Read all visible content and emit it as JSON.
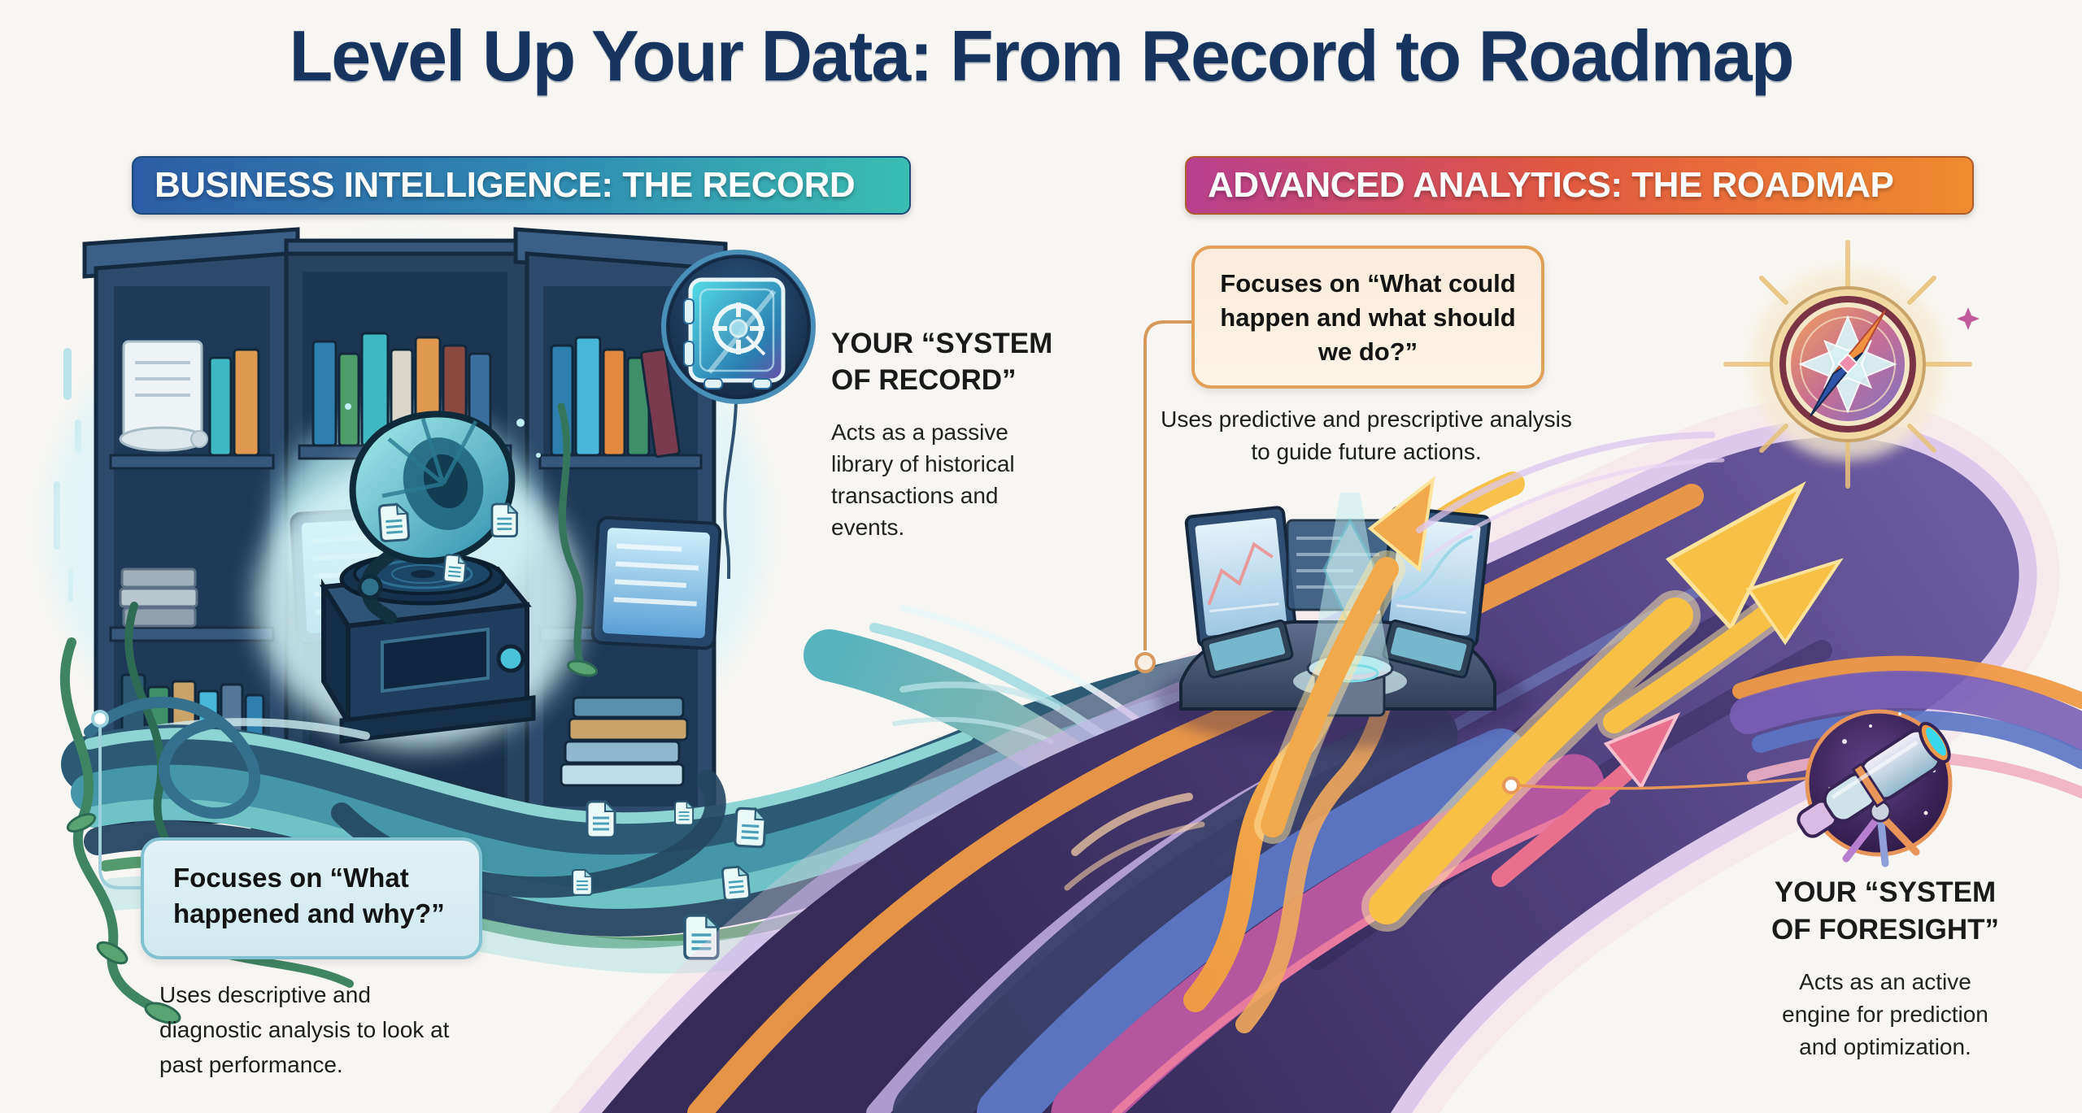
{
  "title": "Level Up Your Data: From Record to Roadmap",
  "left": {
    "banner": "BUSINESS INTELLIGENCE: THE RECORD",
    "system_block": {
      "heading": "YOUR “SYSTEM OF RECORD”",
      "body": "Acts as a passive library of historical transactions and events."
    },
    "callout": {
      "heading": "Focuses on “What happened and why?”",
      "body": "Uses descriptive and diagnostic analysis to look at past performance."
    }
  },
  "right": {
    "banner": "ADVANCED ANALYTICS: THE ROADMAP",
    "callout": {
      "heading": "Focuses on “What could happen and what should we do?”",
      "body": "Uses predictive and prescriptive analysis to guide future actions."
    },
    "system_block": {
      "heading": "YOUR “SYSTEM OF FORESIGHT”",
      "body": "Acts as an active engine for prediction and optimization."
    }
  },
  "icons": {
    "vault": "vault-safe-icon",
    "compass": "compass-icon",
    "telescope": "telescope-icon",
    "gramophone": "gramophone-icon",
    "bookshelf": "bookshelf-illustration",
    "console": "analytics-console-illustration",
    "documents": "document-icon"
  },
  "colors": {
    "background": "#f8f6f2",
    "title_text": "#16345e",
    "banner_left_start": "#2d5ca6",
    "banner_left_end": "#3bbdb2",
    "banner_right_start": "#b83f8e",
    "banner_right_mid": "#e25840",
    "banner_right_end": "#ef8c2f",
    "callout_left_fill": "#d9eef3",
    "callout_left_border": "#82c2d0",
    "callout_right_fill": "#fcecdd",
    "callout_right_border": "#e2a159",
    "record_flow_teal": "#4596a8",
    "roadmap_purple": "#4e3d78",
    "arrow_yellow": "#f6c145"
  }
}
